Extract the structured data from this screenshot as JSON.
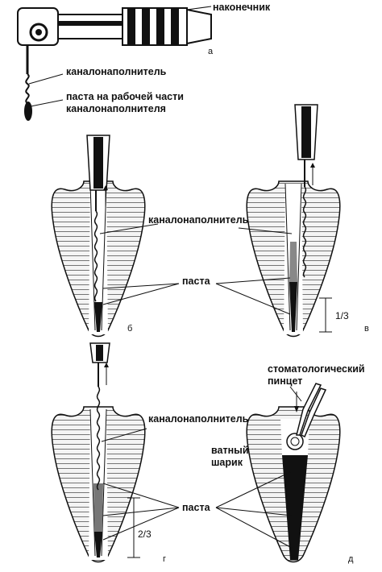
{
  "labels": {
    "handpiece": "наконечник",
    "channel_filler_a": "каналонаполнитель",
    "paste_on_part_line1": "паста на рабочей части",
    "paste_on_part_line2": "каналонаполнителя",
    "channel_filler_b": "каналонаполнитель",
    "paste_b": "паста",
    "channel_filler_g": "каналонаполнитель",
    "paste_g": "паста",
    "tweezers_line1": "стоматологический",
    "tweezers_line2": "пинцет",
    "cotton_line1": "ватный",
    "cotton_line2": "шарик"
  },
  "panels": [
    "а",
    "б",
    "в",
    "г",
    "д"
  ],
  "dimensions": {
    "one_third": "1/3",
    "two_thirds": "2/3"
  }
}
